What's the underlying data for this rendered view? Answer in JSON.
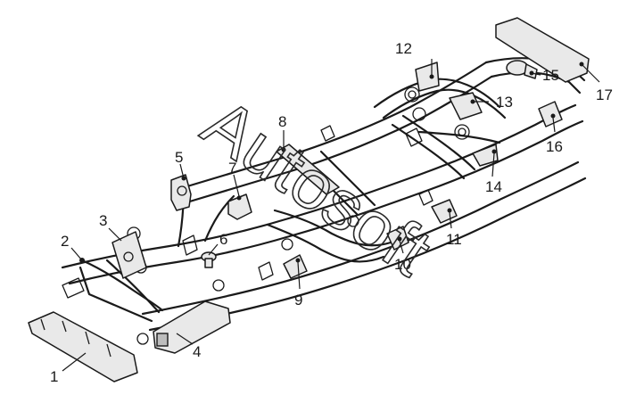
{
  "diagram": {
    "callouts": [
      "1",
      "2",
      "3",
      "4",
      "5",
      "6",
      "7",
      "8",
      "9",
      "10",
      "11",
      "12",
      "13",
      "14",
      "15",
      "16",
      "17"
    ],
    "watermark": "Autosoft"
  }
}
